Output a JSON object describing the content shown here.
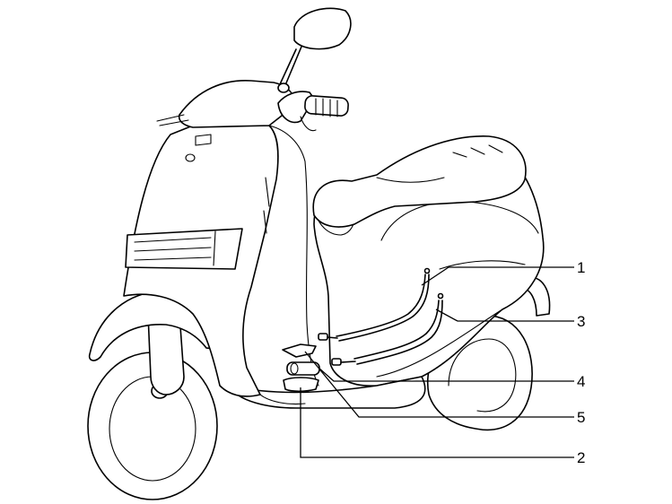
{
  "callouts": [
    {
      "id": "1",
      "label": "1"
    },
    {
      "id": "3",
      "label": "3"
    },
    {
      "id": "4",
      "label": "4"
    },
    {
      "id": "5",
      "label": "5"
    },
    {
      "id": "2",
      "label": "2"
    }
  ]
}
